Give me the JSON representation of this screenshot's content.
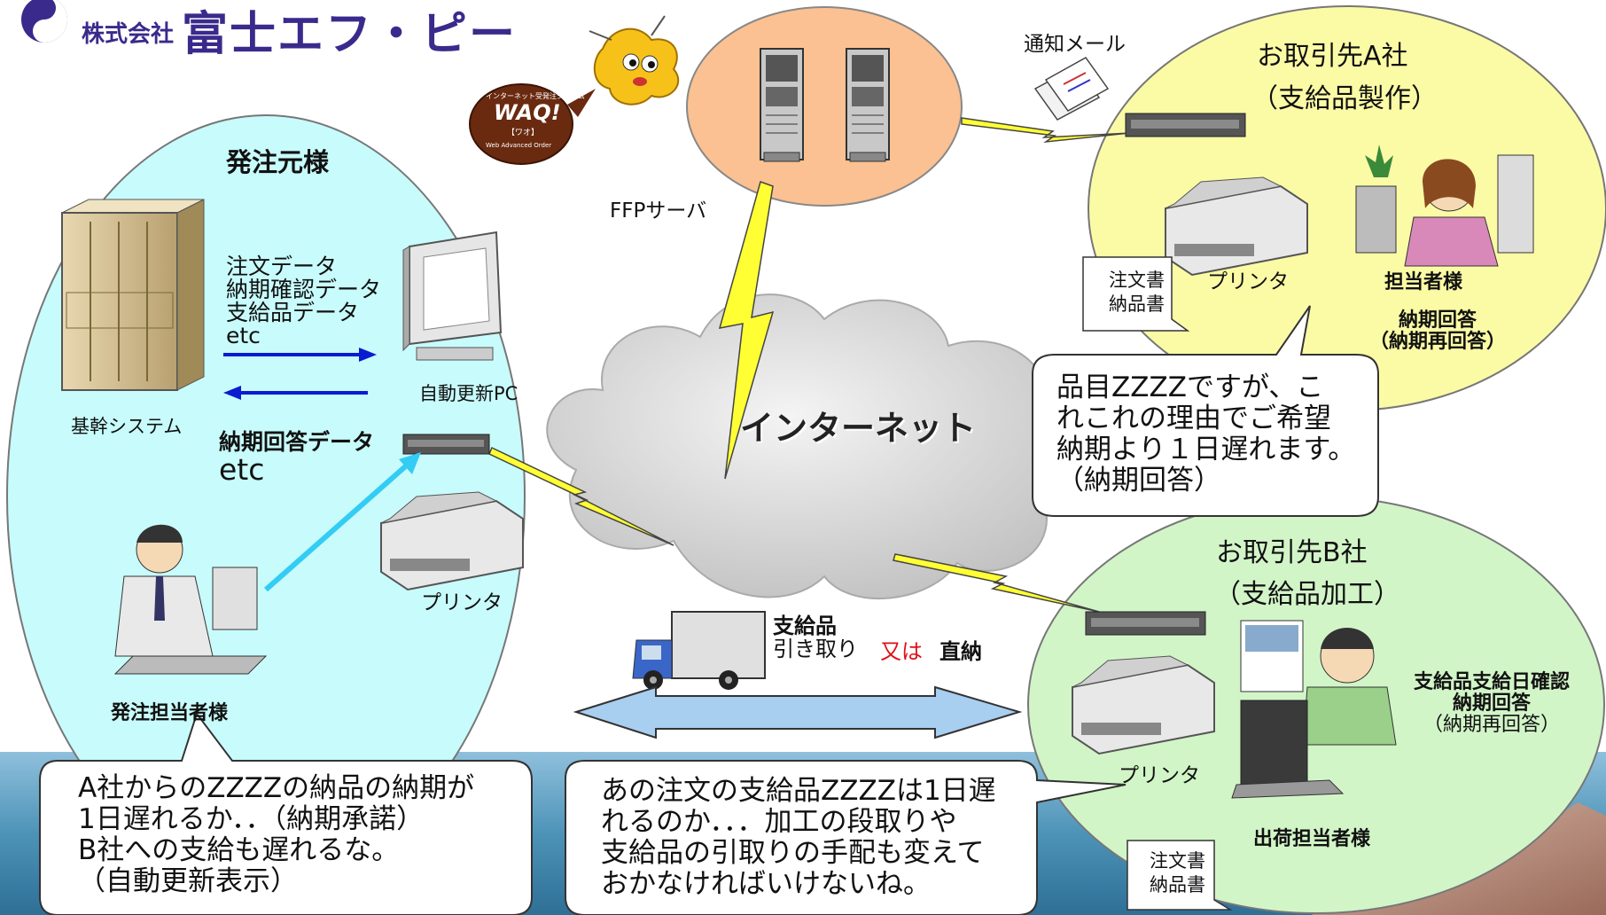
{
  "company": {
    "prefix": "株式会社",
    "name": "富士エフ・ピー"
  },
  "waq_logo": {
    "small": "インターネット受発注システム",
    "main": "WAQ!",
    "kana": "【ワオ】",
    "tagline": "Web Advanced Order"
  },
  "server": {
    "label": "FFPサーバ"
  },
  "notify": {
    "label": "通知メール"
  },
  "internet": {
    "label": "インターネット"
  },
  "orderer": {
    "title": "発注元様",
    "core_system": "基幹システム",
    "pc_label": "自動更新PC",
    "data_out": [
      "注文データ",
      "納期確認データ",
      "支給品データ",
      "etc"
    ],
    "data_in": [
      "納期回答データ",
      "etc"
    ],
    "printer": "プリンタ",
    "person": "発注担当者様",
    "bubble": "A社からのZZZZの納品の納期が\n1日遅れるか．．（納期承諾）\nB社への支給も遅れるな。\n（自動更新表示）"
  },
  "supplier_a": {
    "title": "お取引先A社",
    "subtitle": "（支給品製作）",
    "printer": "プリンタ",
    "docs": [
      "注文書",
      "納品書"
    ],
    "person": "担当者様",
    "actions": [
      "納期回答",
      "（納期再回答）"
    ],
    "bubble": "品目ZZZZですが、こ\nれこれの理由でご希望\n納期より１日遅れます。\n（納期回答）"
  },
  "supplier_b": {
    "title": "お取引先B社",
    "subtitle": "（支給品加工）",
    "printer": "プリンタ",
    "docs": [
      "注文書",
      "納品書"
    ],
    "person": "出荷担当者様",
    "actions": [
      "支給品支給日確認",
      "納期回答",
      "（納期再回答）"
    ],
    "bubble": "あの注文の支給品ZZZZは1日遅\nれるのか．．．加工の段取りや\n支給品の引取りの手配も変えて\nおかなければいけないね。"
  },
  "truck": {
    "line1": "支給品",
    "line2": "引き取り",
    "or": "又は",
    "direct": "直納"
  },
  "colors": {
    "orderer_bg": "#c8fbfb",
    "supplier_a_bg": "#fbfba6",
    "supplier_b_bg": "#d2f5c8",
    "server_bg": "#fbc192",
    "arrow_blue": "#0a1ccf",
    "arrow_cyan": "#33ccf5",
    "lightning": "#ffff33",
    "sea": "#4d93b8",
    "logo_blue": "#3a2a8c"
  }
}
